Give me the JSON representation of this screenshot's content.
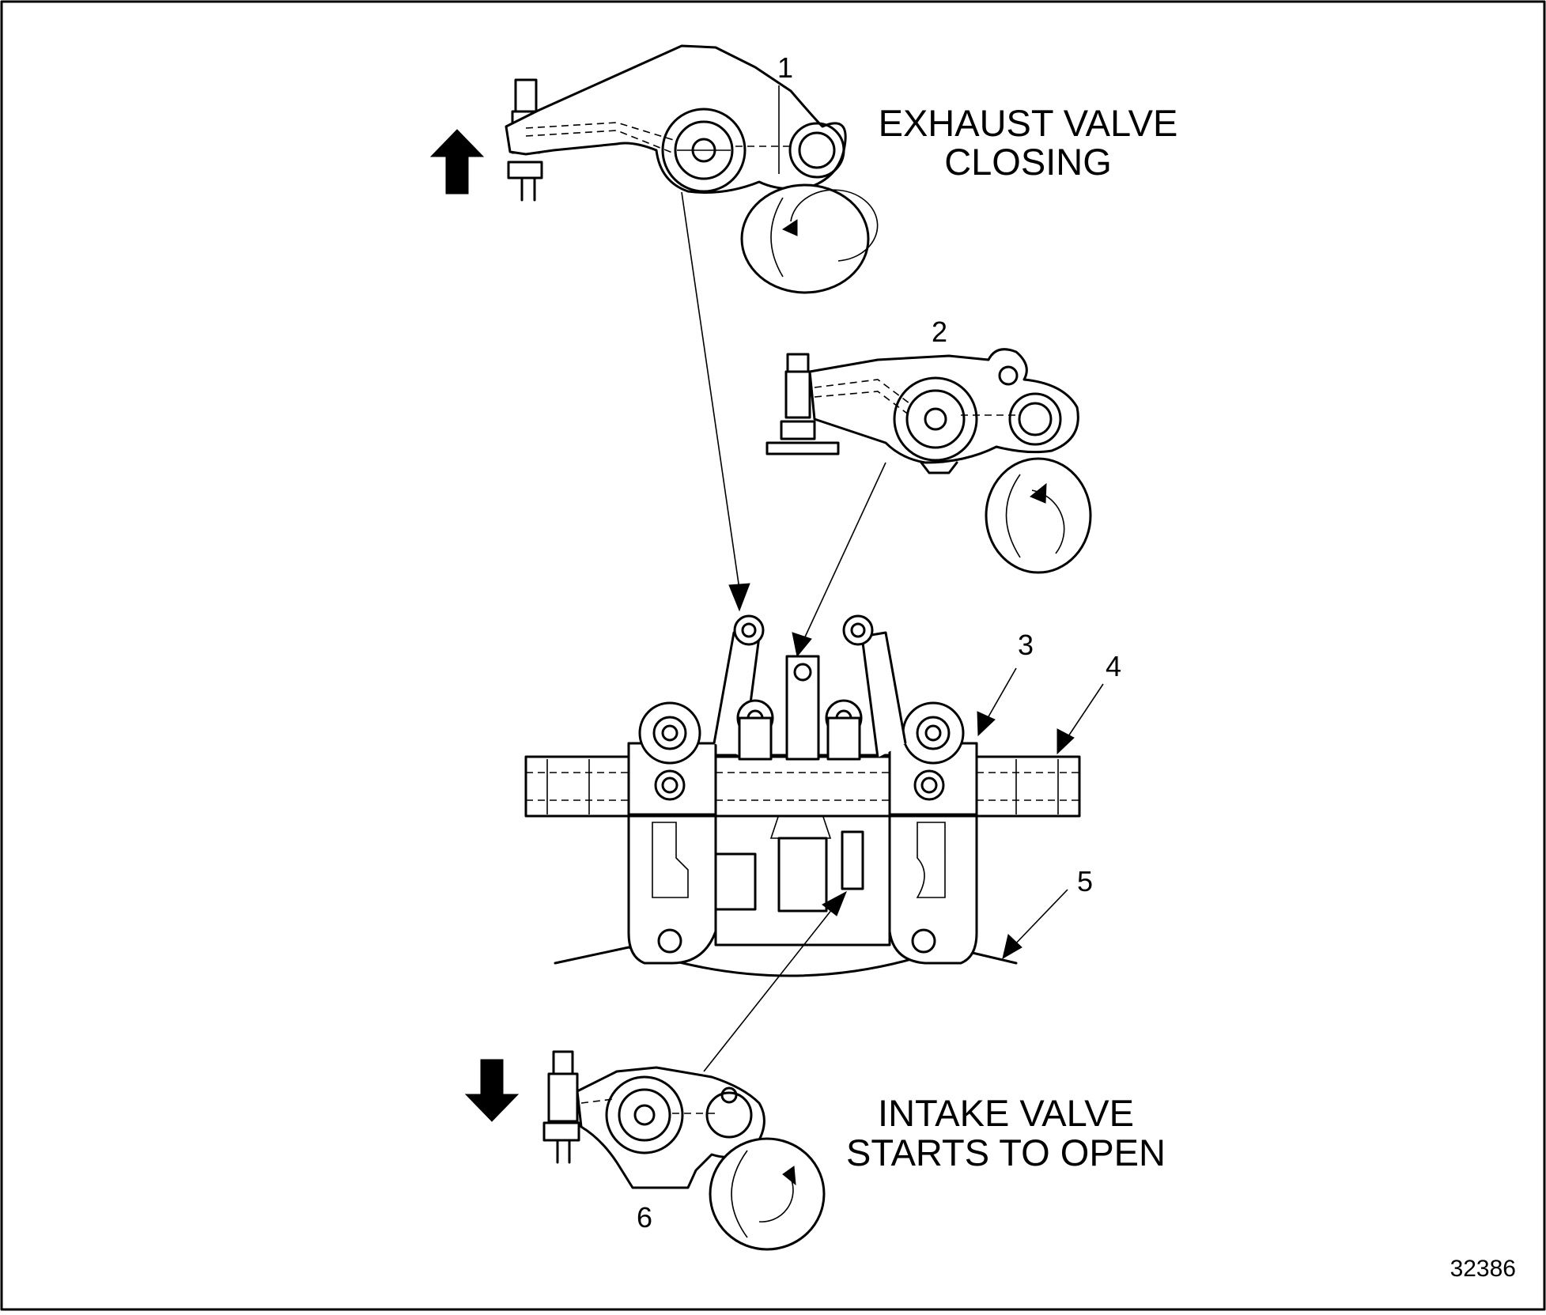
{
  "labels": {
    "exhaust_caption": [
      "EXHAUST VALVE",
      "CLOSING"
    ],
    "intake_caption": [
      "INTAKE VALVE",
      "STARTS TO OPEN"
    ],
    "callouts": [
      "1",
      "2",
      "3",
      "4",
      "5",
      "6"
    ],
    "figure_number": "32386"
  },
  "colors": {
    "ink": "#000000",
    "paper": "#ffffff"
  },
  "icons": [
    "arrow-up-icon",
    "arrow-down-icon",
    "rotation-arrow-icon"
  ]
}
